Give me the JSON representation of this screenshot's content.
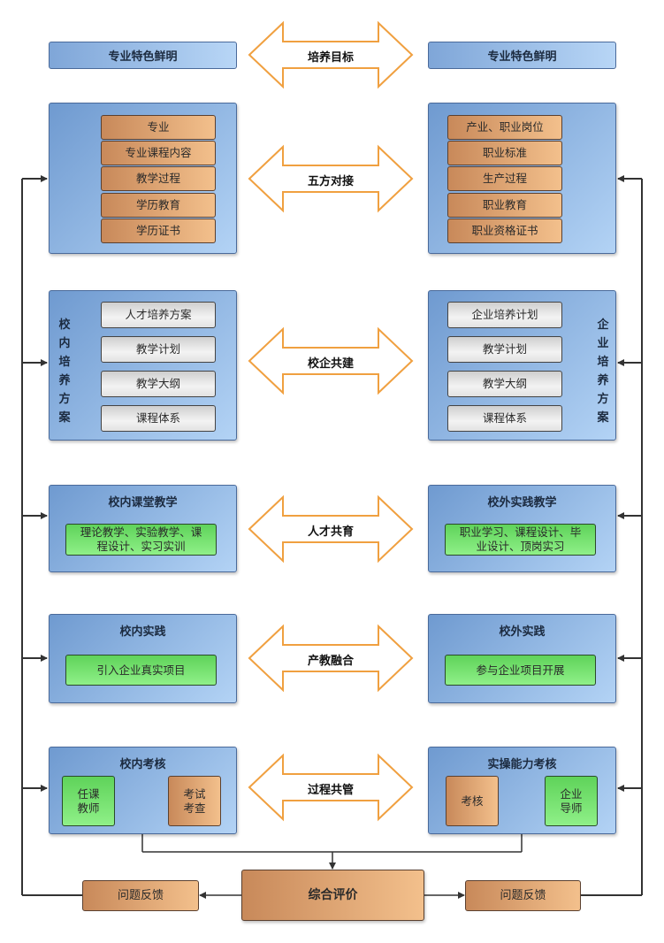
{
  "top": {
    "left_header": "专业特色鲜明",
    "right_header": "专业特色鲜明",
    "center": "培养目标"
  },
  "row1": {
    "center": "五方对接",
    "left_items": [
      "专业",
      "专业课程内容",
      "教学过程",
      "学历教育",
      "学历证书"
    ],
    "right_items": [
      "产业、职业岗位",
      "职业标准",
      "生产过程",
      "职业教育",
      "职业资格证书"
    ]
  },
  "row2": {
    "center": "校企共建",
    "left_vertical": [
      "校",
      "内",
      "培",
      "养",
      "方",
      "案"
    ],
    "right_vertical": [
      "企",
      "业",
      "培",
      "养",
      "方",
      "案"
    ],
    "left_items": [
      "人才培养方案",
      "教学计划",
      "教学大纲",
      "课程体系"
    ],
    "right_items": [
      "企业培养计划",
      "教学计划",
      "教学大纲",
      "课程体系"
    ]
  },
  "row3": {
    "center": "人才共育",
    "left_title": "校内课堂教学",
    "left_content_line1": "理论教学、实验教学、课",
    "left_content_line2": "程设计、实习实训",
    "right_title": "校外实践教学",
    "right_content_line1": "职业学习、课程设计、毕",
    "right_content_line2": "业设计、顶岗实习"
  },
  "row4": {
    "center": "产教融合",
    "left_title": "校内实践",
    "left_content": "引入企业真实项目",
    "right_title": "校外实践",
    "right_content": "参与企业项目开展"
  },
  "row5": {
    "center": "过程共管",
    "left_title": "校内考核",
    "left_box1_line1": "任课",
    "left_box1_line2": "教师",
    "left_box2_line1": "考试",
    "left_box2_line2": "考查",
    "right_title": "实操能力考核",
    "right_box1": "考核",
    "right_box2_line1": "企业",
    "right_box2_line2": "导师"
  },
  "bottom": {
    "center": "综合评价",
    "left_feedback": "问题反馈",
    "right_feedback": "问题反馈"
  },
  "colors": {
    "arrow_stroke": "#f0a040",
    "panel_blue": "#8fb5e3",
    "orange_box": "#e7a874",
    "green_box": "#6ee368"
  }
}
